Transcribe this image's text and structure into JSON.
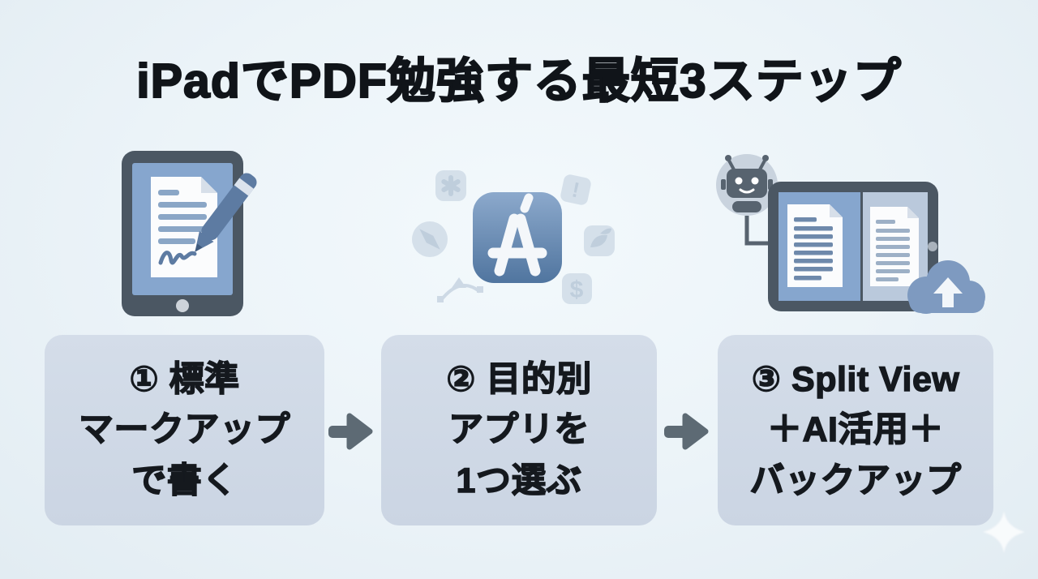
{
  "title": "iPadでPDF勉強する最短3ステップ",
  "steps": [
    {
      "label": "① 標準\nマークアップ\nで書く",
      "icon": "tablet-markup-icon"
    },
    {
      "label": "② 目的別\nアプリを\n1つ選ぶ",
      "icon": "app-store-icon"
    },
    {
      "label": "③ Split View\n＋AI活用＋\nバックアップ",
      "icon": "split-view-ai-cloud-icon"
    }
  ],
  "connectors": {
    "type": "right-arrow",
    "count": 2
  },
  "icon_glyphs": {
    "dollar": "$",
    "exclamation": "!"
  },
  "colors": {
    "background": "#ebf3f8",
    "box_fill": "#cfd9e6",
    "title_text": "#101419",
    "box_text": "#15191e",
    "arrow": "#5d6a74",
    "tablet_frame": "#4b5763",
    "screen_blue": "#86a6ce",
    "pencil_slate": "#5d7ba2",
    "cloud_blue": "#7e9ac0",
    "faded_app_tile": "#c3d1e0"
  }
}
